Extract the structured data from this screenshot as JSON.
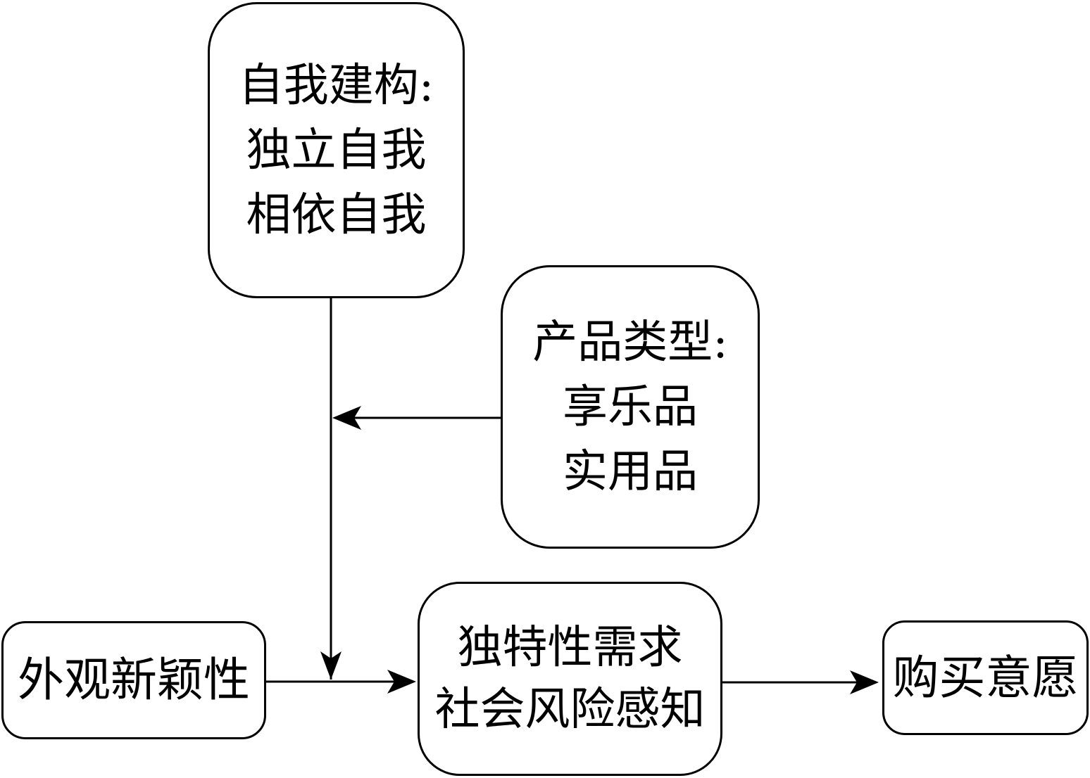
{
  "diagram": {
    "nodes": [
      {
        "id": "self_construal",
        "lines": [
          "自我建构:",
          "独立自我",
          "相依自我"
        ]
      },
      {
        "id": "product_type",
        "lines": [
          "产品类型:",
          "享乐品",
          "实用品"
        ]
      },
      {
        "id": "appearance_novelty",
        "lines": [
          "外观新颖性"
        ]
      },
      {
        "id": "mediators",
        "lines": [
          "独特性需求",
          "社会风险感知"
        ]
      },
      {
        "id": "purchase_intention",
        "lines": [
          "购买意愿"
        ]
      }
    ],
    "edges": [
      {
        "from": "self_construal",
        "to": "edge:appearance_novelty->mediators",
        "type": "moderation"
      },
      {
        "from": "product_type",
        "to": "edge:self_construal-moderation",
        "type": "moderation"
      },
      {
        "from": "appearance_novelty",
        "to": "mediators",
        "type": "direct"
      },
      {
        "from": "mediators",
        "to": "purchase_intention",
        "type": "direct"
      }
    ],
    "colors": {
      "stroke": "#000000",
      "fill": "#ffffff",
      "text": "#000000"
    }
  }
}
